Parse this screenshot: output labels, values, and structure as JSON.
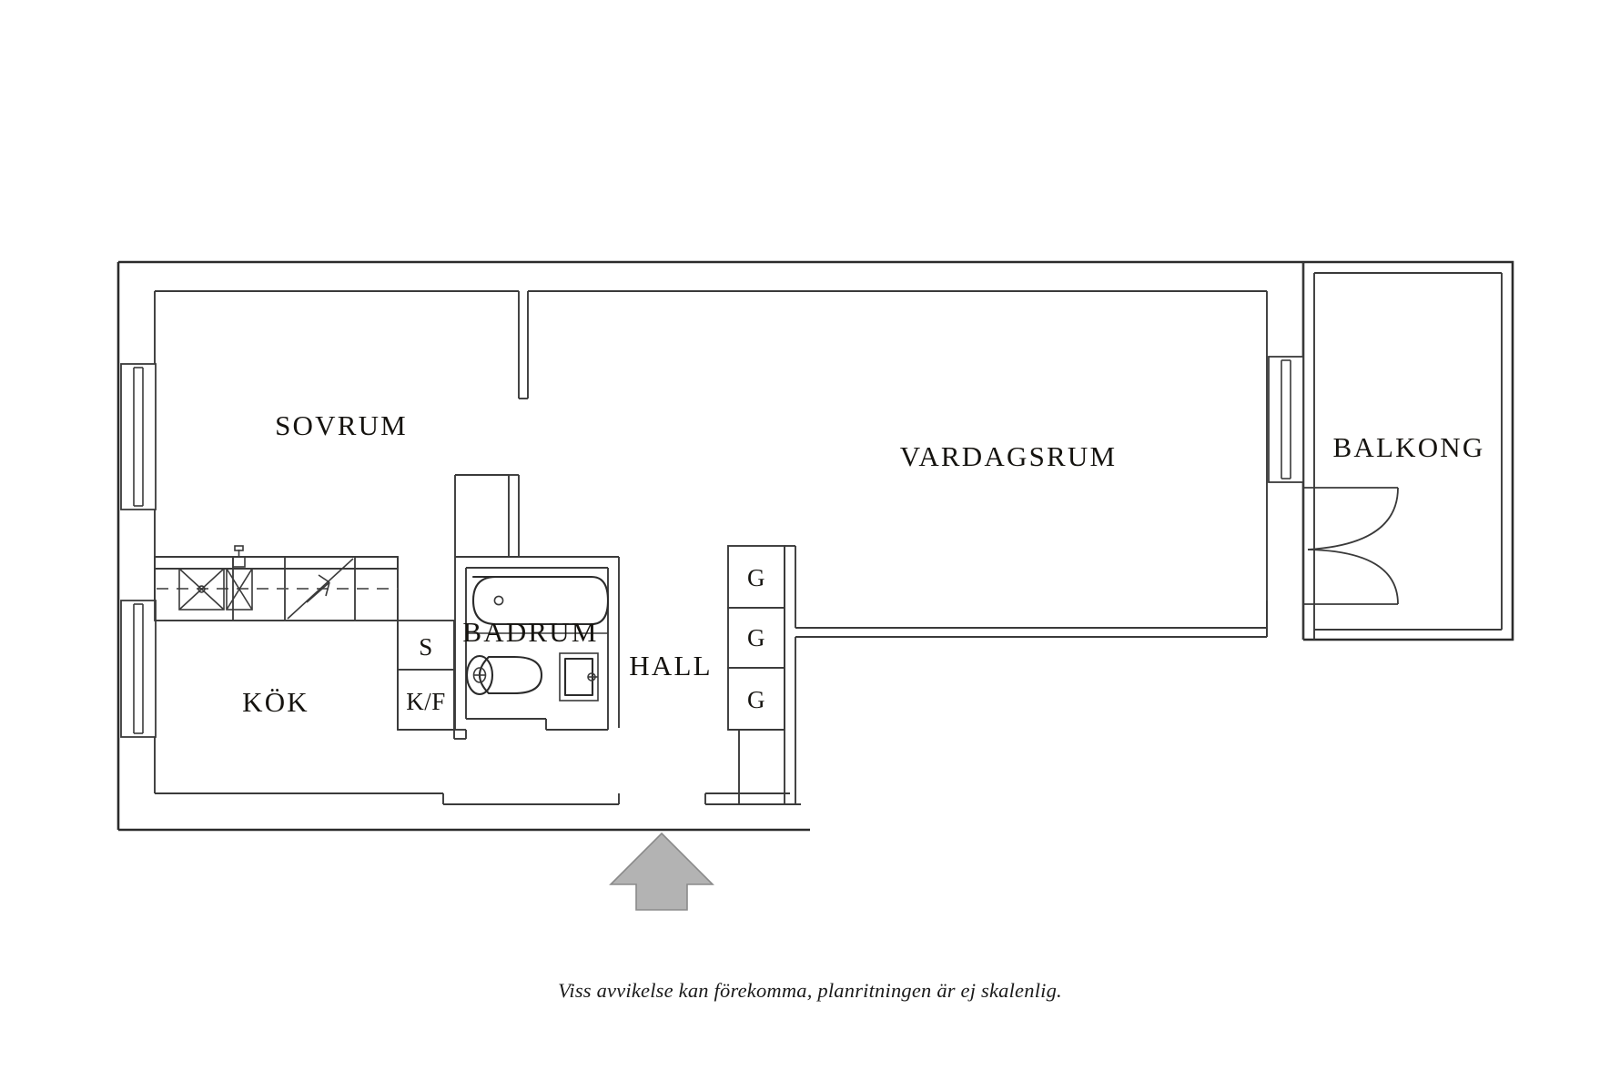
{
  "document": {
    "type": "floor-plan",
    "language": "sv",
    "background_color": "#ffffff",
    "line_color": "#2b2b2b",
    "arrow_color": "#b3b3b3"
  },
  "rooms": [
    {
      "id": "sovrum",
      "label": "SOVRUM",
      "name_en": "bedroom"
    },
    {
      "id": "vardagsrum",
      "label": "VARDAGSRUM",
      "name_en": "living room"
    },
    {
      "id": "balkong",
      "label": "BALKONG",
      "name_en": "balcony"
    },
    {
      "id": "kok",
      "label": "KÖK",
      "name_en": "kitchen"
    },
    {
      "id": "badrum",
      "label": "BADRUM",
      "name_en": "bathroom"
    },
    {
      "id": "hall",
      "label": "HALL",
      "name_en": "hallway"
    }
  ],
  "storage": {
    "closet_s": {
      "label": "S",
      "name_en": "storage closet"
    },
    "closet_kf": {
      "label": "K/F",
      "name_en": "fridge/freezer"
    },
    "wardrobes": [
      {
        "label": "G",
        "name_en": "wardrobe"
      },
      {
        "label": "G",
        "name_en": "wardrobe"
      },
      {
        "label": "G",
        "name_en": "wardrobe"
      }
    ]
  },
  "fixtures": {
    "bathtub": "bathtub-fixture",
    "toilet": "toilet-fixture",
    "washbasin": "washbasin-fixture",
    "stove": "stove-fixture",
    "sink": "kitchen-sink-fixture",
    "counter": "kitchen-counter"
  },
  "entrance": {
    "marker": "entry-arrow",
    "direction": "up"
  },
  "caption": {
    "text": "Viss avvikelse kan förekomma, planritningen är ej skalenlig."
  }
}
